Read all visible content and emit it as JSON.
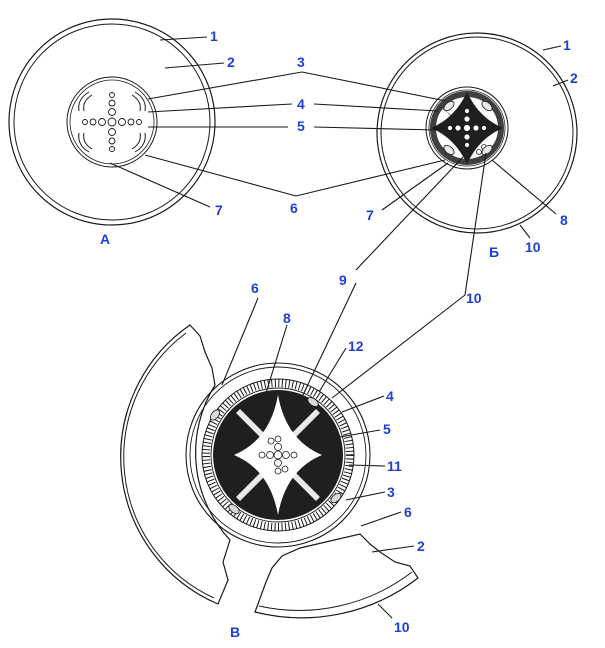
{
  "colors": {
    "label": "#1f3fd8",
    "ink": "#1a1a1a",
    "background": "#ffffff"
  },
  "sections": [
    {
      "id": "A",
      "letter": "А"
    },
    {
      "id": "B",
      "letter": "Б"
    },
    {
      "id": "V",
      "letter": "В"
    }
  ],
  "labels": {
    "a1": "1",
    "a2": "2",
    "a7": "7",
    "b1": "1",
    "b2": "2",
    "b7": "7",
    "b8": "8",
    "b10": "10",
    "s3": "3",
    "s4": "4",
    "s5": "5",
    "s6": "6",
    "v9": "9",
    "v10": "10",
    "v6": "6",
    "v8": "8",
    "v12": "12",
    "v4": "4",
    "v5": "5",
    "v11": "11",
    "v3": "3",
    "v6b": "6",
    "v2": "2",
    "v10b": "10"
  }
}
